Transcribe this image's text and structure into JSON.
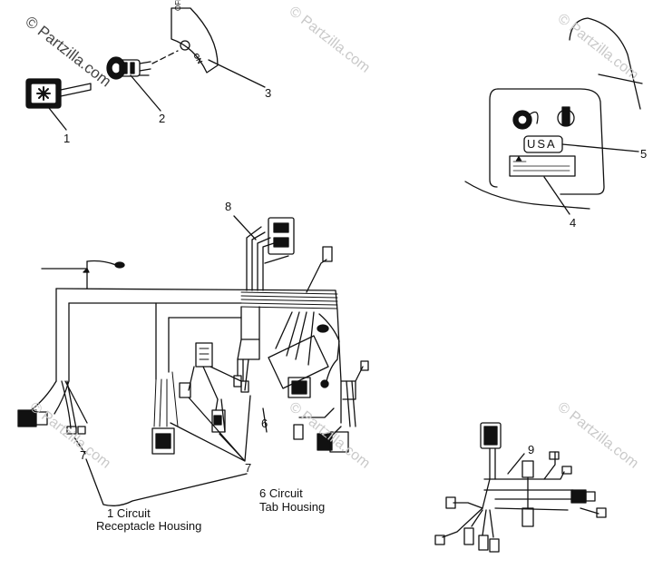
{
  "watermark": {
    "text": "© Partzilla.com"
  },
  "callouts": {
    "c1": "1",
    "c2": "2",
    "c3": "3",
    "c4": "4",
    "c5": "5",
    "c6": "6",
    "c7a": "7",
    "c7b": "7",
    "c8": "8",
    "c9": "9"
  },
  "switch_plate": {
    "off": "OFF",
    "on": "ON"
  },
  "dash_badge": {
    "text": "USA"
  },
  "notes": {
    "receptacle_line1": "1 Circuit",
    "receptacle_line2": "Receptacle Housing",
    "tab_line1": "6 Circuit",
    "tab_line2": "Tab Housing"
  }
}
